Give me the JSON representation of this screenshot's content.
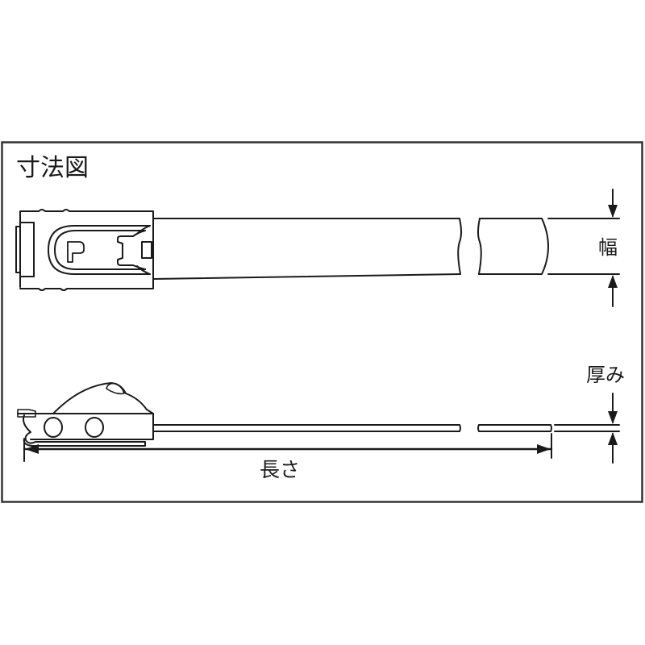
{
  "diagram": {
    "title": "寸法図",
    "dimensions": {
      "width_label": "幅",
      "thickness_label": "厚み",
      "length_label": "長さ"
    },
    "views": [
      {
        "name": "top-view",
        "description": "cable tie plan view showing locking head with P mark and strap with break"
      },
      {
        "name": "side-view",
        "description": "cable tie side elevation showing head profile with two rollers and strap"
      }
    ],
    "colors": {
      "line": "#1a1a1a",
      "background": "#ffffff",
      "frame": "#333333"
    }
  }
}
